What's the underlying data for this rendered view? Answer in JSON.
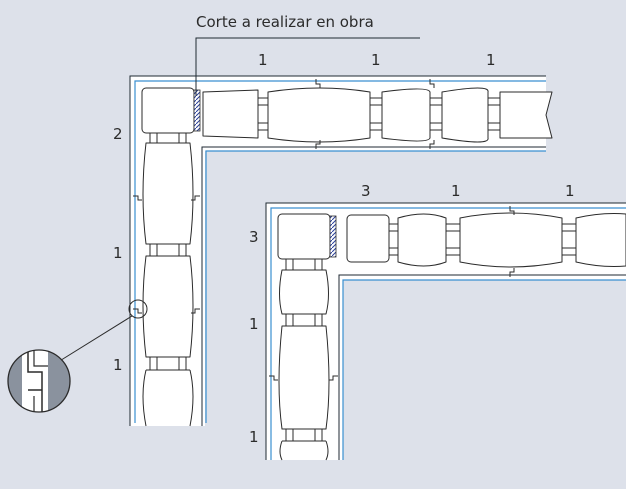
{
  "annotation": {
    "text": "Corte a realizar en obra"
  },
  "corner_a": {
    "top_labels": [
      "1",
      "1",
      "1"
    ],
    "side_labels": [
      "2",
      "1",
      "1"
    ]
  },
  "corner_b": {
    "top_labels": [
      "3",
      "1",
      "1"
    ],
    "side_labels": [
      "3",
      "1",
      "1"
    ]
  },
  "colors": {
    "background": "#dde1ea",
    "outline": "#2b2b2b",
    "accent_line": "#3a8fd0",
    "detail_fill": "#8a929e"
  }
}
